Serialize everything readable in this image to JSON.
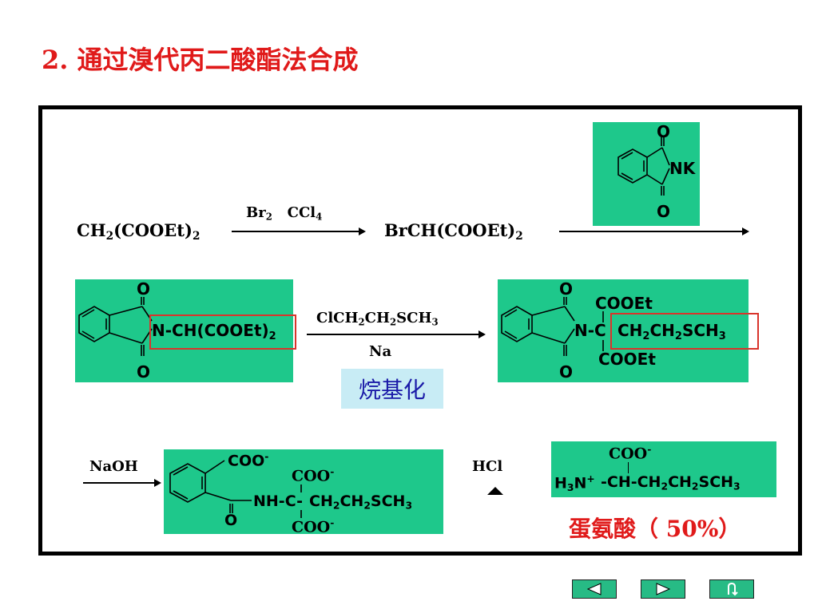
{
  "title": "2. 通过溴代丙二酸酯法合成",
  "step1": {
    "reactant": [
      "CH",
      "2",
      "(COOEt)",
      "2"
    ],
    "reagent": [
      "Br",
      "2",
      "CCl",
      "4"
    ],
    "product": [
      "BrCH(COOEt)",
      "2"
    ]
  },
  "phthalimide_k": {
    "o_top": "O",
    "nk": "NK",
    "o_bottom": "O"
  },
  "intermediate1": {
    "o_top": "O",
    "group": [
      "N-CH(COOEt)",
      "2"
    ],
    "o_bottom": "O"
  },
  "step2": {
    "reagent": [
      "ClCH",
      "2",
      "CH",
      "2",
      "SCH",
      "3"
    ],
    "cond": "Na",
    "label": "烷基化"
  },
  "intermediate2": {
    "o_top": "O",
    "o_bottom": "O",
    "cooet_top": "COOEt",
    "cooet_bottom": "COOEt",
    "n_c": "N-C",
    "chain": [
      "CH",
      "2",
      "CH",
      "2",
      "SCH",
      "3"
    ]
  },
  "step3": {
    "reagent": "NaOH"
  },
  "intermediate3": {
    "coo_ring": "COO",
    "coo_ring_charge": "-",
    "coo_top": "COO",
    "coo_top_charge": "-",
    "nh_c": "NH-C-",
    "chain": [
      "CH",
      "2",
      "CH",
      "2",
      "SCH",
      "3"
    ],
    "o_bottom": "O",
    "coo_bottom": "COO",
    "coo_bottom_charge": "-"
  },
  "step4": {
    "reagent": "HCl"
  },
  "product": {
    "coo": "COO",
    "coo_charge": "-",
    "h3n": [
      "H",
      "3",
      "N",
      "+"
    ],
    "rest": [
      "-CH-CH",
      "2",
      "CH",
      "2",
      "SCH",
      "3"
    ],
    "name": "蛋氨酸（  50%）"
  },
  "colors": {
    "title": "#e01a1a",
    "panel": "#1ec88b",
    "highlight": "#d9342b",
    "label_bg": "#c8ecf5"
  },
  "nav": {
    "prev_icon": "triangle-left-icon",
    "next_icon": "triangle-right-icon",
    "return_icon": "return-arrow-icon"
  }
}
